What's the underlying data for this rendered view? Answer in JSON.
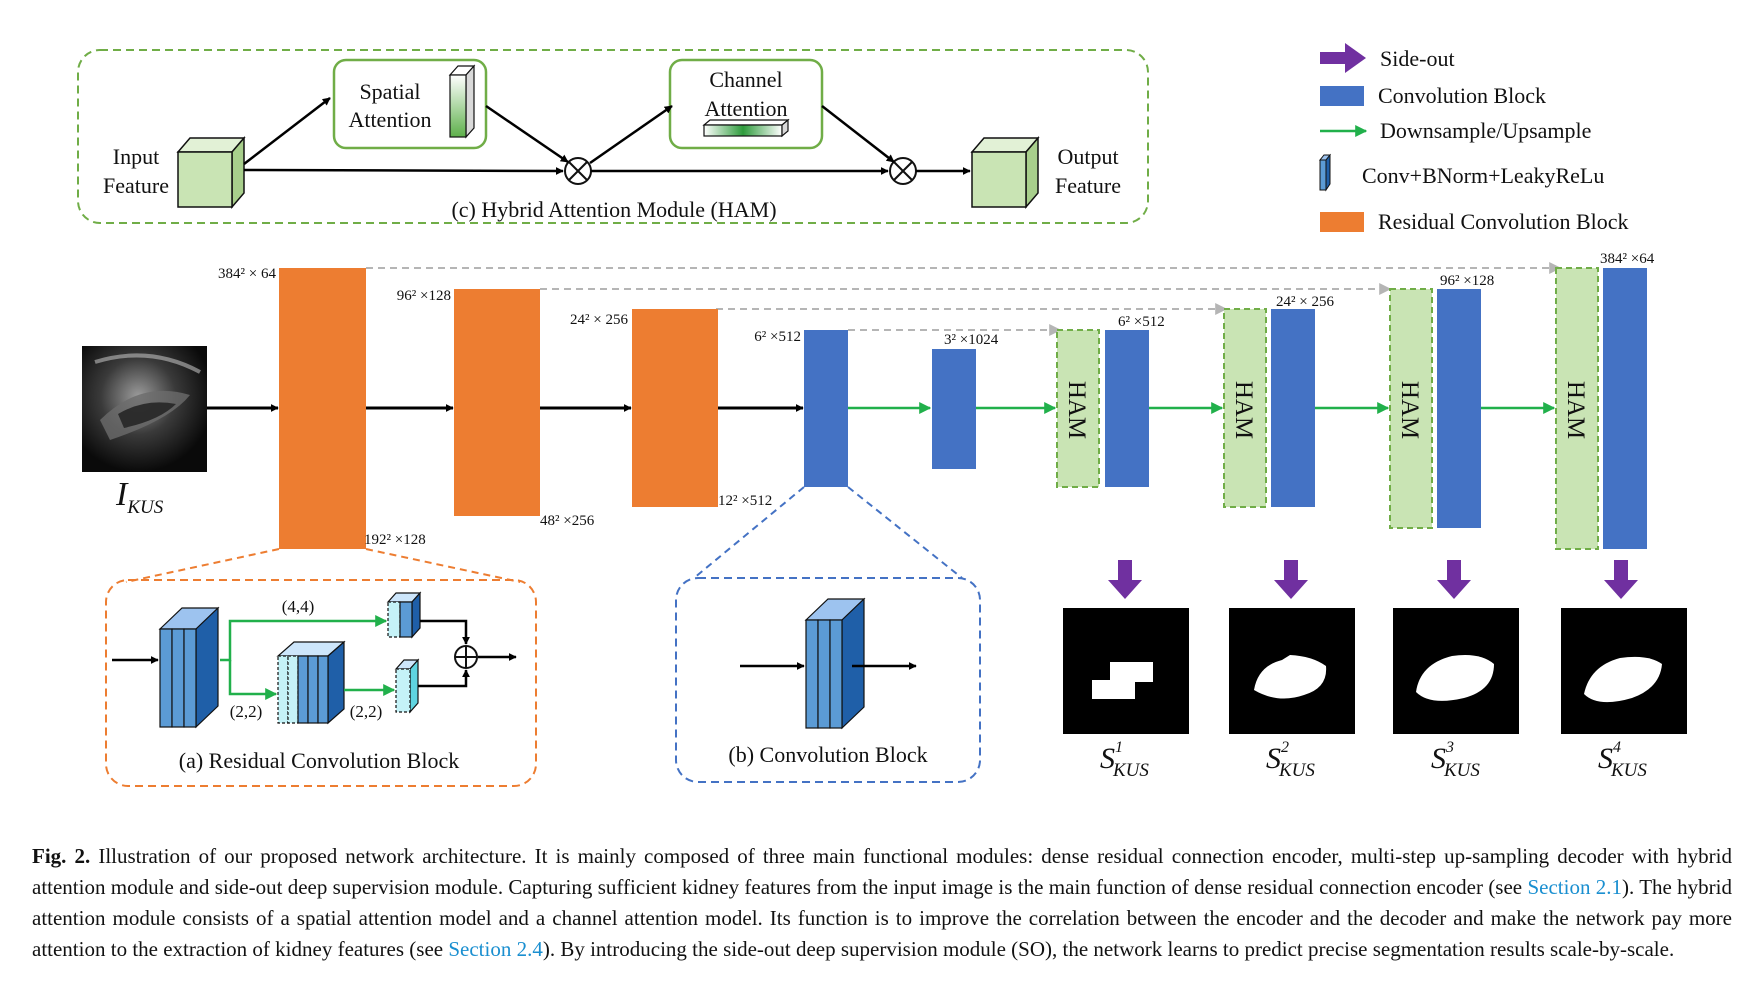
{
  "colors": {
    "orange": "#ED7D31",
    "blue": "#4472C4",
    "green_fill": "#C9E4B4",
    "green_border": "#70AD47",
    "green_arrow": "#21B04B",
    "purple": "#7030A0",
    "gray_arrow": "#B5B5B5",
    "link": "#1A8FD0",
    "cyan_light": "#C5F2F7"
  },
  "icons": [
    "arrow-right-icon",
    "circle-times-icon",
    "circle-plus-icon",
    "purple-down-arrow-icon",
    "kidney-ultrasound-image",
    "segmentation-mask-image"
  ],
  "legend": {
    "side_out": "Side-out",
    "conv_block": "Convolution Block",
    "down_up": "Downsample/Upsample",
    "conv_bn": "Conv+BNorm+LeakyReLu",
    "res_block": "Residual Convolution Block"
  },
  "ham_panel": {
    "input_line1": "Input",
    "input_line2": "Feature",
    "spatial_line1": "Spatial",
    "spatial_line2": "Attention",
    "channel_line1": "Channel",
    "channel_line2": "Attention",
    "output_line1": "Output",
    "output_line2": "Feature",
    "title": "(c)  Hybrid Attention Module (HAM)"
  },
  "input_image": {
    "label_main": "I",
    "label_sub": "KUS"
  },
  "dims": {
    "enc1_top": "384² × 64",
    "enc1_bottom": "192² ×128",
    "enc2_top": "96² ×128",
    "enc2_bottom": "48² ×256",
    "enc3_top": "24² × 256",
    "enc3_bottom": "12² ×512",
    "enc4_top": "6² ×512",
    "bottleneck": "3² ×1024",
    "dec1": "6² ×512",
    "dec2": "24² × 256",
    "dec3": "96² ×128",
    "dec4": "384² ×64"
  },
  "ham_label": "HAM",
  "outputs": [
    {
      "main": "S",
      "sub": "KUS",
      "sup": "1"
    },
    {
      "main": "S",
      "sub": "KUS",
      "sup": "2"
    },
    {
      "main": "S",
      "sub": "KUS",
      "sup": "3"
    },
    {
      "main": "S",
      "sub": "KUS",
      "sup": "4"
    }
  ],
  "res_panel": {
    "label_top": "(4,4)",
    "label_left": "(2,2)",
    "label_right": "(2,2)",
    "title": "(a)  Residual Convolution Block"
  },
  "conv_panel": {
    "title": "(b)  Convolution Block"
  },
  "caption": {
    "label": "Fig. 2.",
    "part1": " Illustration of our proposed network architecture. It is mainly composed of three main functional modules: dense residual connection encoder, multi-step up-sampling decoder with hybrid attention module and side-out deep supervision module. Capturing sufficient kidney features from the input image is the main function of dense residual connection encoder (see ",
    "link1": "Section 2.1",
    "part2": "). The hybrid attention module consists of a spatial attention model and a channel attention model. Its function is to improve the correlation between the encoder and the decoder and make the network pay more attention to the extraction of kidney features (see ",
    "link2": "Section 2.4",
    "part3": "). By introducing the side-out deep supervision module (SO), the network learns to predict precise segmentation results scale-by-scale."
  }
}
